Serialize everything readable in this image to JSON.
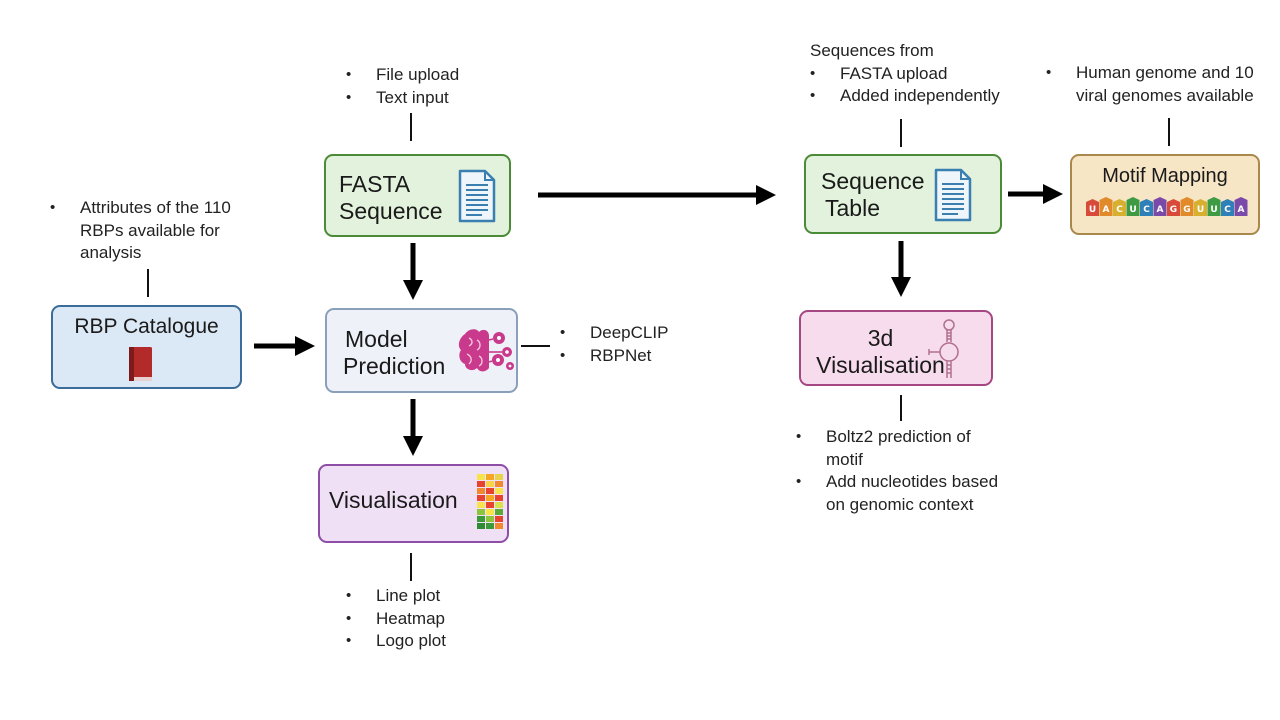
{
  "nodes": {
    "fasta": {
      "title_line1": "FASTA",
      "title_line2": "Sequence",
      "icon": "document-icon"
    },
    "rbp_catalogue": {
      "title": "RBP Catalogue",
      "icon": "book-icon"
    },
    "model_prediction": {
      "title_line1": "Model",
      "title_line2": "Prediction",
      "icon": "brain-gears-icon"
    },
    "visualisation": {
      "title": "Visualisation",
      "icon": "heatmap-icon"
    },
    "sequence_table": {
      "title_line1": "Sequence",
      "title_line2": "Table",
      "icon": "document-icon"
    },
    "motif_mapping": {
      "title": "Motif Mapping",
      "icon": "nucleotide-sequence-icon",
      "letters": [
        "U",
        "A",
        "C",
        "U",
        "C",
        "A",
        "G",
        "G",
        "U",
        "U",
        "C",
        "A"
      ]
    },
    "visualisation_3d": {
      "title_line1": "3d",
      "title_line2": "Visualisation",
      "icon": "rna-structure-icon"
    }
  },
  "notes": {
    "fasta_input": [
      "File upload",
      "Text input"
    ],
    "rbp_attributes": [
      "Attributes of the 110",
      "RBPs available for",
      "analysis"
    ],
    "models": [
      "DeepCLIP",
      "RBPNet"
    ],
    "plots": [
      "Line plot",
      "Heatmap",
      "Logo plot"
    ],
    "sequence_sources_heading": "Sequences from",
    "sequence_sources": [
      "FASTA upload",
      "Added independently"
    ],
    "genomes": [
      "Human genome and 10",
      "viral genomes available"
    ],
    "structure_1": [
      "Boltz2 prediction of",
      "motif"
    ],
    "structure_2": [
      "Add nucleotides based",
      "on genomic context"
    ]
  },
  "colors": {
    "green_fill": "#e2f2dc",
    "blue_fill": "#dbe8f5",
    "pink_fill": "#f6dcec",
    "purple_fill": "#f0e0f6",
    "tan_fill": "#f6e6c6",
    "arrow": "#000000"
  }
}
